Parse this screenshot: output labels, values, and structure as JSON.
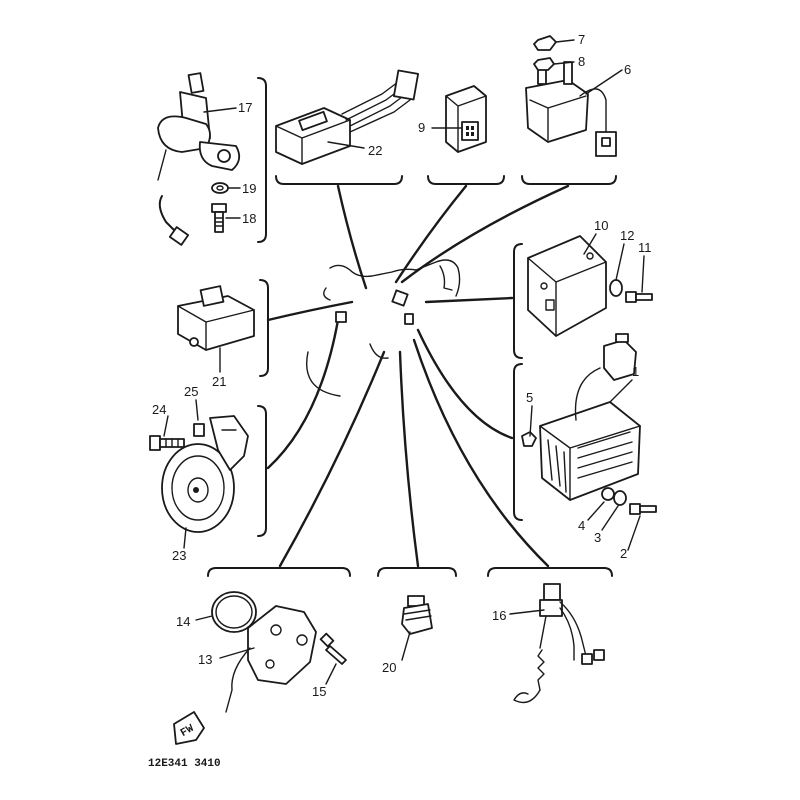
{
  "callouts": {
    "n1": "1",
    "n2": "2",
    "n3": "3",
    "n4": "4",
    "n5": "5",
    "n6": "6",
    "n7": "7",
    "n8": "8",
    "n9": "9",
    "n10": "10",
    "n11": "11",
    "n12": "12",
    "n13": "13",
    "n14": "14",
    "n15": "15",
    "n16": "16",
    "n17": "17",
    "n18": "18",
    "n19": "19",
    "n20": "20",
    "n21": "21",
    "n22": "22",
    "n23": "23",
    "n24": "24",
    "n25": "25"
  },
  "footer": {
    "code": "12E341 3410"
  },
  "tag_text": "FW"
}
